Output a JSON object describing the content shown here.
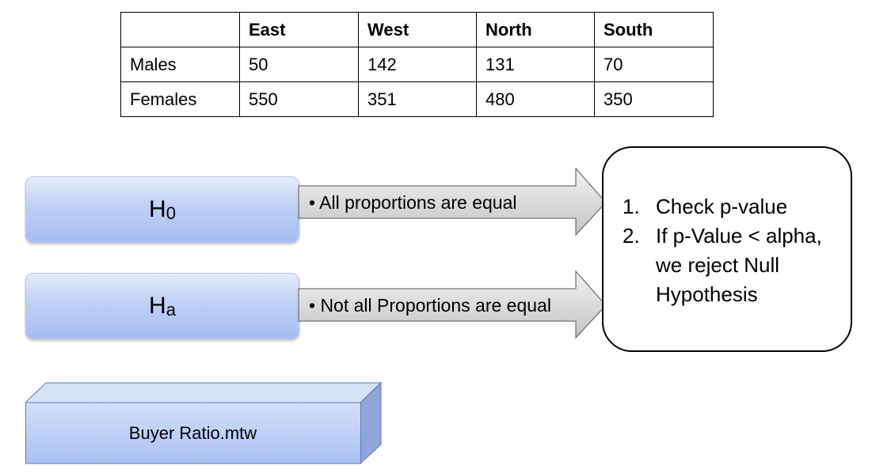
{
  "table": {
    "headers": [
      "",
      "East",
      "West",
      "North",
      "South"
    ],
    "rows": [
      [
        "Males",
        "50",
        "142",
        "131",
        "70"
      ],
      [
        "Females",
        "550",
        "351",
        "480",
        "350"
      ]
    ]
  },
  "hypotheses": {
    "h0": {
      "main": "H",
      "sub": "0",
      "statement": "• All proportions are equal"
    },
    "ha": {
      "main": "H",
      "sub": "a",
      "statement": "• Not all Proportions are equal"
    }
  },
  "steps": [
    {
      "num": "1.",
      "text": "Check p-value"
    },
    {
      "num": "2.",
      "text": "If p-Value < alpha, we reject Null Hypothesis"
    }
  ],
  "file": {
    "label": "Buyer Ratio.mtw"
  },
  "colors": {
    "box_fill_top": "#e6ecfb",
    "box_fill_bottom": "#a6bdf0",
    "arrow_fill": "#d3d3d3",
    "file_front": "#b8cdf4",
    "file_top": "#d6e2fa",
    "file_side": "#8ea6d8"
  }
}
